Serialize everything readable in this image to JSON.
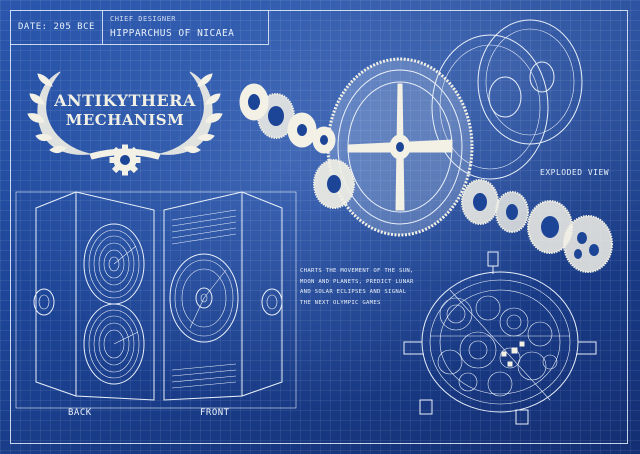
{
  "title_block": {
    "date": "DATE: 205 BCE",
    "role": "CHIEF DESIGNER",
    "name": "HIPPARCHUS OF NICAEA"
  },
  "emblem": {
    "line1": "ANTIKYTHERA",
    "line2": "MECHANISM"
  },
  "views": {
    "back": "BACK",
    "front": "FRONT",
    "exploded": "EXPLODED VIEW"
  },
  "note": "CHARTS THE MOVEMENT OF THE SUN, MOON AND PLANETS, PREDICT LUNAR AND SOLAR ECLIPSES AND SIGNAL THE NEXT OLYMPIC GAMES",
  "colors": {
    "paper": "#1d4597",
    "ink": "#e9f0fa",
    "cream": "#f3f1e6"
  }
}
